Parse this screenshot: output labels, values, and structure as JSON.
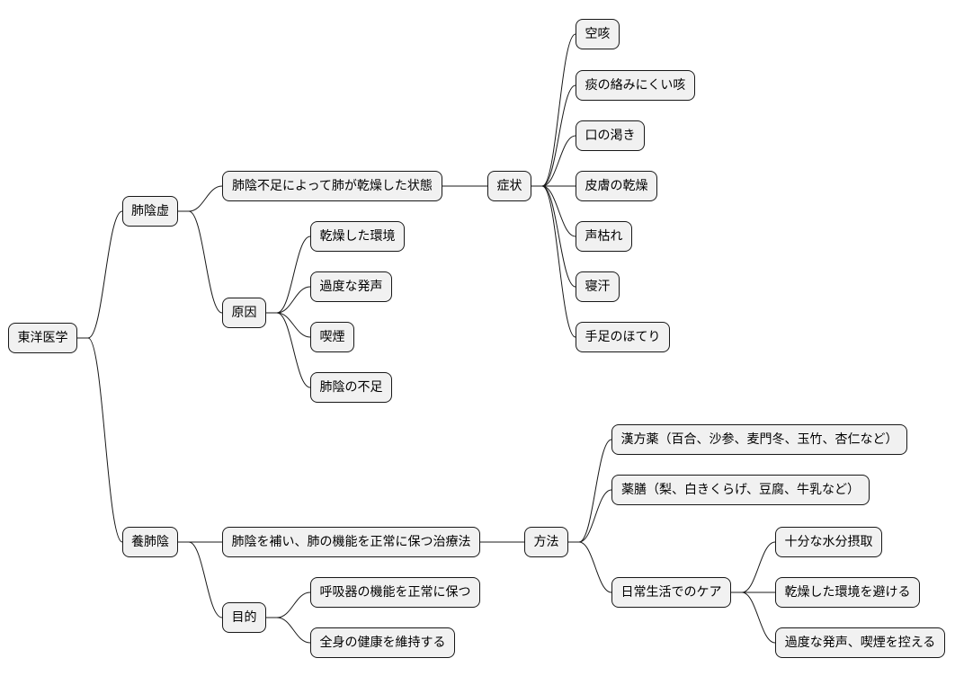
{
  "mindmap": {
    "root": {
      "id": "root",
      "text": "東洋医学",
      "children": [
        {
          "id": "haiinkyo",
          "text": "肺陰虚",
          "children": [
            {
              "id": "def",
              "text": "肺陰不足によって肺が乾燥した状態",
              "children": [
                {
                  "id": "symptoms",
                  "text": "症状",
                  "children": [
                    {
                      "id": "s1",
                      "text": "空咳"
                    },
                    {
                      "id": "s2",
                      "text": "痰の絡みにくい咳"
                    },
                    {
                      "id": "s3",
                      "text": "口の渇き"
                    },
                    {
                      "id": "s4",
                      "text": "皮膚の乾燥"
                    },
                    {
                      "id": "s5",
                      "text": "声枯れ"
                    },
                    {
                      "id": "s6",
                      "text": "寝汗"
                    },
                    {
                      "id": "s7",
                      "text": "手足のほてり"
                    }
                  ]
                }
              ]
            },
            {
              "id": "cause",
              "text": "原因",
              "children": [
                {
                  "id": "c1",
                  "text": "乾燥した環境"
                },
                {
                  "id": "c2",
                  "text": "過度な発声"
                },
                {
                  "id": "c3",
                  "text": "喫煙"
                },
                {
                  "id": "c4",
                  "text": "肺陰の不足"
                }
              ]
            }
          ]
        },
        {
          "id": "youhaiin",
          "text": "養肺陰",
          "children": [
            {
              "id": "treat",
              "text": "肺陰を補い、肺の機能を正常に保つ治療法",
              "children": [
                {
                  "id": "method",
                  "text": "方法",
                  "children": [
                    {
                      "id": "m1",
                      "text": "漢方薬（百合、沙参、麦門冬、玉竹、杏仁など）"
                    },
                    {
                      "id": "m2",
                      "text": "薬膳（梨、白きくらげ、豆腐、牛乳など）"
                    },
                    {
                      "id": "m3",
                      "text": "日常生活でのケア",
                      "children": [
                        {
                          "id": "k1",
                          "text": "十分な水分摂取"
                        },
                        {
                          "id": "k2",
                          "text": "乾燥した環境を避ける"
                        },
                        {
                          "id": "k3",
                          "text": "過度な発声、喫煙を控える"
                        }
                      ]
                    }
                  ]
                }
              ]
            },
            {
              "id": "purpose",
              "text": "目的",
              "children": [
                {
                  "id": "p1",
                  "text": "呼吸器の機能を正常に保つ"
                },
                {
                  "id": "p2",
                  "text": "全身の健康を維持する"
                }
              ]
            }
          ]
        }
      ]
    }
  }
}
